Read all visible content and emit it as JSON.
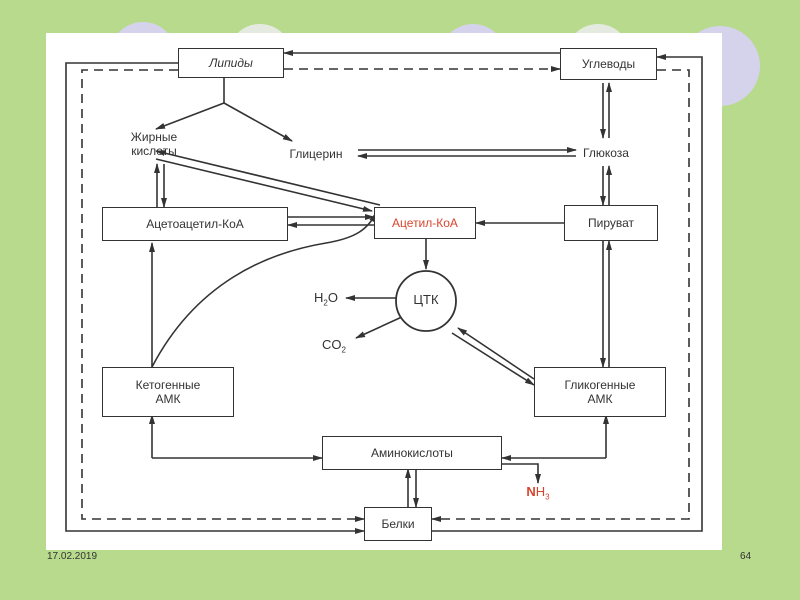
{
  "nodes": {
    "lipids": "Липиды",
    "carbs": "Углеводы",
    "fatty_acids_line1": "Жирные",
    "fatty_acids_line2": "кислоты",
    "glycerol": "Глицерин",
    "glucose": "Глюкоза",
    "acetoacetyl_coa": "Ацетоацетил-КоА",
    "acetyl_coa": "Ацетил-КоА",
    "pyruvate": "Пируват",
    "tca": "ЦТК",
    "water_main": "H",
    "water_sub": "2",
    "water_tail": "O",
    "co2_main": "CO",
    "co2_sub": "2",
    "ketogenic_line1": "Кетогенные",
    "ketogenic_line2": "АМК",
    "glucogenic_line1": "Гликогенные",
    "glucogenic_line2": "АМК",
    "amino_acids": "Аминокислоты",
    "proteins": "Белки",
    "nh3_n": "N",
    "nh3_h": "H",
    "nh3_sub": "3"
  },
  "colors": {
    "highlight": "#d8452e",
    "background": "#b8da8c",
    "decor_circle": "#d5d3ec"
  },
  "footer": {
    "date": "17.02.2019",
    "slide_number": "64"
  }
}
